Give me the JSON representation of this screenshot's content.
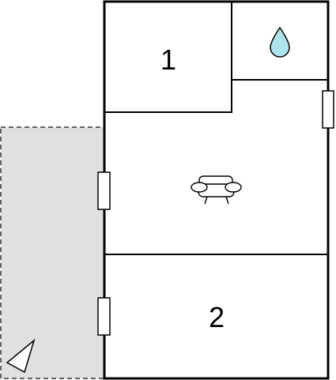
{
  "floorplan": {
    "rooms": [
      {
        "id": "bedroom-1",
        "label": "1"
      },
      {
        "id": "bedroom-2",
        "label": "2"
      },
      {
        "id": "bathroom",
        "icon": "water-drop-icon"
      },
      {
        "id": "living-room",
        "icon": "sofa-icon"
      }
    ],
    "terrace": {
      "icon": "compass-triangle-icon"
    },
    "openings": {
      "window_count": 3
    },
    "colors": {
      "wall": "#000000",
      "terrace_fill": "#e0e0e0",
      "terrace_border": "#333333",
      "water_drop": "#aee3ec",
      "background": "#ffffff"
    }
  }
}
